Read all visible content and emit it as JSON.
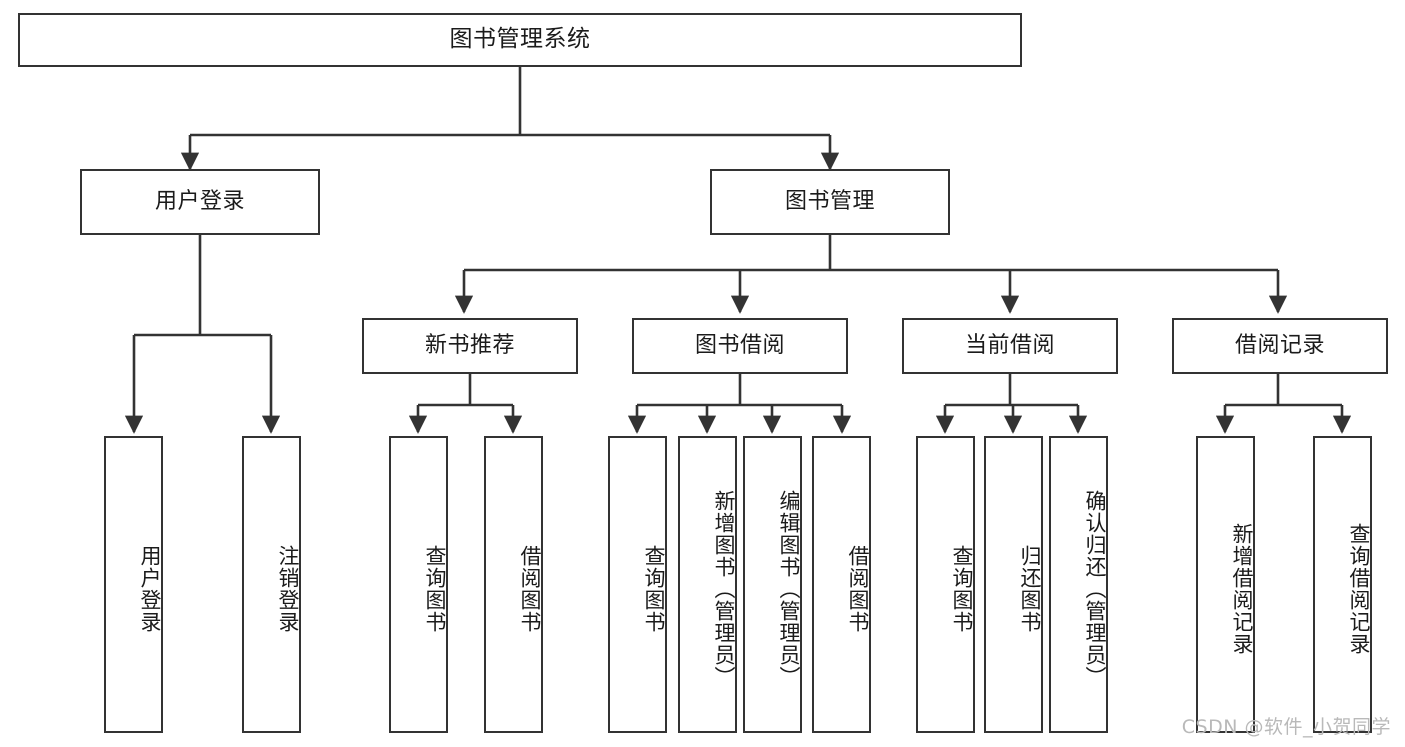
{
  "diagram": {
    "title": "图书管理系统",
    "type": "tree",
    "root": {
      "label": "图书管理系统"
    },
    "level2": [
      {
        "label": "用户登录"
      },
      {
        "label": "图书管理"
      }
    ],
    "level3": [
      {
        "label": "新书推荐"
      },
      {
        "label": "图书借阅"
      },
      {
        "label": "当前借阅"
      },
      {
        "label": "借阅记录"
      }
    ],
    "leaves": {
      "user_login": [
        {
          "label": "用户登录"
        },
        {
          "label": "注销登录"
        }
      ],
      "new_book_recommend": [
        {
          "label": "查询图书"
        },
        {
          "label": "借阅图书"
        }
      ],
      "book_borrow": [
        {
          "label": "查询图书"
        },
        {
          "label": "新增图书（管理员）"
        },
        {
          "label": "编辑图书（管理员）"
        },
        {
          "label": "借阅图书"
        }
      ],
      "current_borrow": [
        {
          "label": "查询图书"
        },
        {
          "label": "归还图书"
        },
        {
          "label": "确认归还（管理员）"
        }
      ],
      "borrow_record": [
        {
          "label": "新增借阅记录"
        },
        {
          "label": "查询借阅记录"
        }
      ]
    }
  },
  "watermark": {
    "text": "CSDN @软件_小贺同学"
  },
  "colors": {
    "stroke": "#333333",
    "fill": "#ffffff",
    "text": "#1b1b1b",
    "watermark": "#b9b9b9"
  }
}
